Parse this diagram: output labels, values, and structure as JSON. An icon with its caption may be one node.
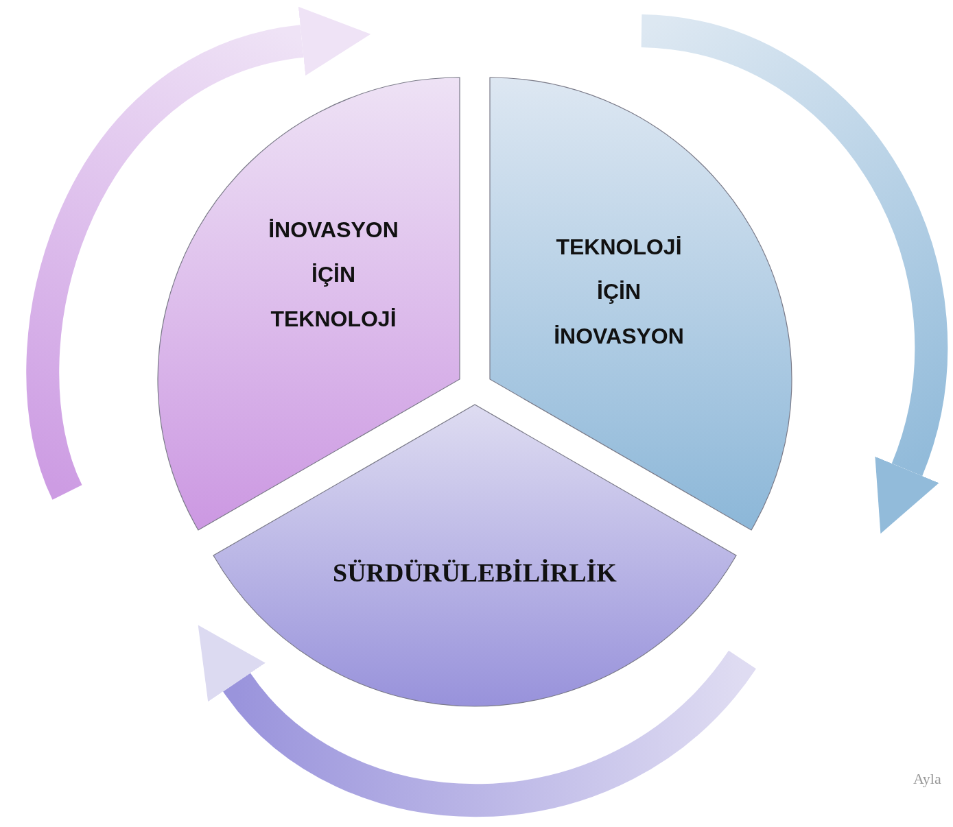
{
  "diagram": {
    "nodes": [
      {
        "text": [
          "İNOVASYON İÇİN TEKNOLOJİ"
        ]
      },
      {
        "text": [
          "TEKNOLOJİ İÇİN İNOVASYON"
        ]
      },
      {
        "text": [
          "SÜRDÜRÜLEBİLİRLİK"
        ]
      }
    ],
    "labels": [
      "Ayla"
    ]
  }
}
